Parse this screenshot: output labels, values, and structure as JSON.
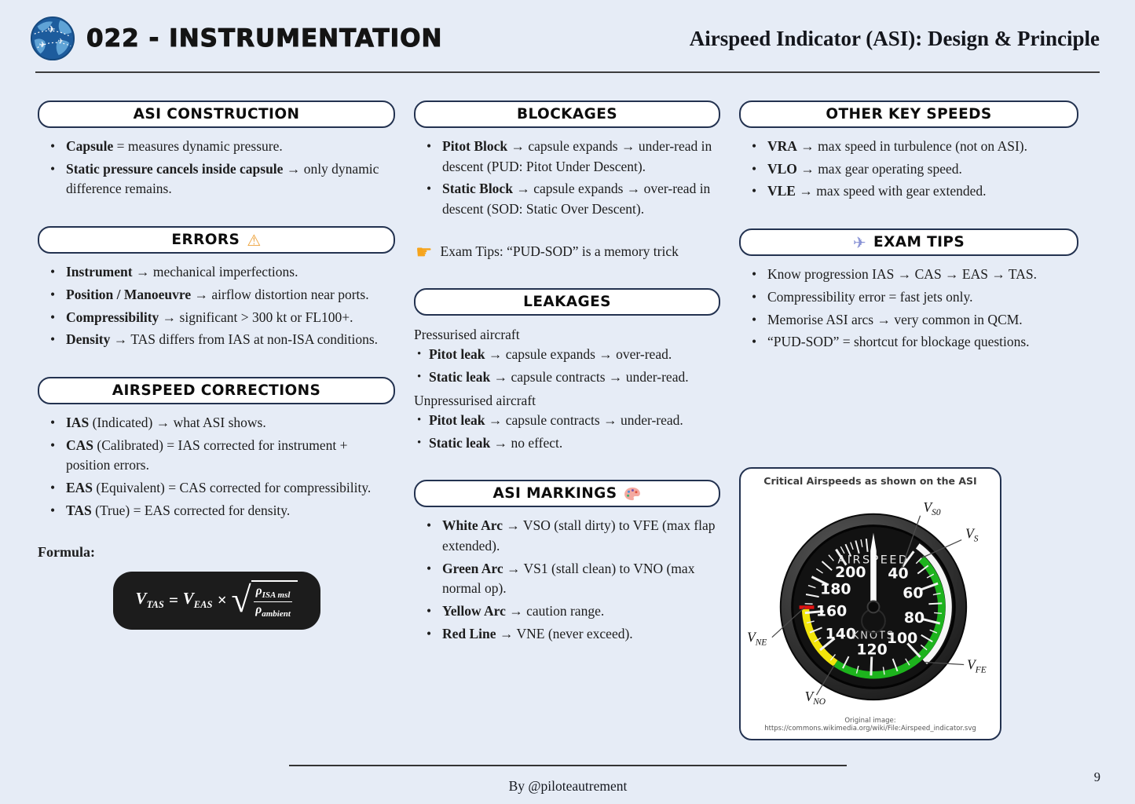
{
  "page": {
    "background": "#e6ecf6",
    "page_number": "9"
  },
  "header": {
    "doc_title": "022 - INSTRUMENTATION",
    "page_title": "Airspeed Indicator (ASI): Design & Principle"
  },
  "col1": {
    "construction": {
      "title": "ASI CONSTRUCTION",
      "items": [
        {
          "lead": "Capsule",
          "rest": " = measures dynamic pressure."
        },
        {
          "lead": "Static pressure cancels inside capsule",
          "rest": " → only dynamic difference remains."
        }
      ]
    },
    "errors": {
      "title": "ERRORS",
      "icon_char": "⚠",
      "items": [
        {
          "lead": "Instrument",
          "rest": " → mechanical imperfections."
        },
        {
          "lead": "Position / Manoeuvre",
          "rest": " → airflow distortion near ports."
        },
        {
          "lead": "Compressibility",
          "rest": " → significant > 300 kt or FL100+."
        },
        {
          "lead": "Density",
          "rest": " → TAS differs from IAS at non-ISA conditions."
        }
      ]
    },
    "corrections": {
      "title": "AIRSPEED CORRECTIONS",
      "items": [
        {
          "lead": "IAS",
          "rest": " (Indicated) → what ASI shows."
        },
        {
          "lead": "CAS",
          "rest": " (Calibrated) = IAS corrected for instrument + position errors."
        },
        {
          "lead": "EAS",
          "rest": " (Equivalent) = CAS corrected for compressibility."
        },
        {
          "lead": "TAS",
          "rest": " (True) = EAS corrected for density."
        }
      ]
    },
    "formula": {
      "label": "Formula:",
      "v1": "V",
      "v1_sub": "TAS",
      "op_eq": "=",
      "v2": "V",
      "v2_sub": "EAS",
      "op_mul": "×",
      "num_sym": "ρ",
      "num_sub": "ISA msl",
      "den_sym": "ρ",
      "den_sub": "ambient"
    }
  },
  "col2": {
    "blockages": {
      "title": "BLOCKAGES",
      "items": [
        {
          "lead": "Pitot Block",
          "rest": " → capsule expands → under-read in descent (PUD: Pitot Under Descent)."
        },
        {
          "lead": "Static Block",
          "rest": " → capsule expands → over-read in descent (SOD: Static Over Descent)."
        }
      ]
    },
    "tip_line": {
      "icon_char": "☛",
      "text": "Exam Tips: “PUD-SOD” is a memory trick"
    },
    "leakages": {
      "title": "LEAKAGES",
      "group1_label": "Pressurised aircraft",
      "group1_items": [
        {
          "lead": "Pitot leak",
          "rest": " → capsule expands → over-read."
        },
        {
          "lead": "Static leak",
          "rest": " → capsule contracts → under-read."
        }
      ],
      "group2_label": "Unpressurised aircraft",
      "group2_items": [
        {
          "lead": "Pitot leak",
          "rest": " → capsule contracts → under-read."
        },
        {
          "lead": "Static leak",
          "rest": " → no effect."
        }
      ]
    },
    "markings": {
      "title": "ASI MARKINGS",
      "items": [
        {
          "lead": "White Arc",
          "rest": " → VSO (stall dirty) to VFE (max flap extended)."
        },
        {
          "lead": "Green Arc",
          "rest": " → VS1 (stall clean) to VNO (max normal op)."
        },
        {
          "lead": "Yellow Arc",
          "rest": " → caution range."
        },
        {
          "lead": "Red Line",
          "rest": " → VNE (never exceed)."
        }
      ]
    }
  },
  "col3": {
    "key_speeds": {
      "title": "OTHER KEY SPEEDS",
      "items": [
        {
          "lead": "VRA",
          "rest": " → max speed in turbulence (not on ASI)."
        },
        {
          "lead": "VLO",
          "rest": " → max gear operating speed."
        },
        {
          "lead": "VLE",
          "rest": " → max speed with gear extended."
        }
      ]
    },
    "exam_tips": {
      "title": "EXAM TIPS",
      "icon_char": "✈",
      "items": [
        {
          "text": "Know progression IAS → CAS → EAS → TAS."
        },
        {
          "text": "Compressibility error = fast jets only."
        },
        {
          "text": "Memorise ASI arcs → very common in QCM."
        },
        {
          "text": "“PUD-SOD” = shortcut for blockage questions."
        }
      ]
    }
  },
  "asi_figure": {
    "title": "Critical Airspeeds as shown on the ASI",
    "caption": "Original image: https://commons.wikimedia.org/wiki/File:Airspeed_indicator.svg",
    "gauge": {
      "face_label_top": "AIRSPEED",
      "face_label_bottom": "KNOTS",
      "numbers": [
        40,
        60,
        80,
        100,
        120,
        140,
        160,
        180,
        200
      ],
      "scale_angles": {
        "40": 36,
        "60": 70,
        "80": 104,
        "100": 137,
        "120": 182,
        "140": 231,
        "160": 265,
        "180": 296,
        "200": 327,
        "230": 354
      },
      "arcs": [
        {
          "name": "white-arc",
          "color": "#f5f5f5",
          "from": 40,
          "to": 100
        },
        {
          "name": "green-arc",
          "color": "#1db31d",
          "from": 45,
          "to": 133
        },
        {
          "name": "yellow-arc",
          "color": "#f2e50b",
          "from": 133,
          "to": 162
        }
      ],
      "red_line": {
        "value": 163,
        "color": "#e01212"
      },
      "callouts": [
        {
          "v": "V",
          "sub": "S0",
          "at": 40
        },
        {
          "v": "V",
          "sub": "S",
          "at": 45
        },
        {
          "v": "V",
          "sub": "FE",
          "at": 100
        },
        {
          "v": "V",
          "sub": "NO",
          "at": 133
        },
        {
          "v": "V",
          "sub": "NE",
          "at": 163
        }
      ]
    }
  },
  "footer": {
    "byline": "By @piloteautrement"
  }
}
